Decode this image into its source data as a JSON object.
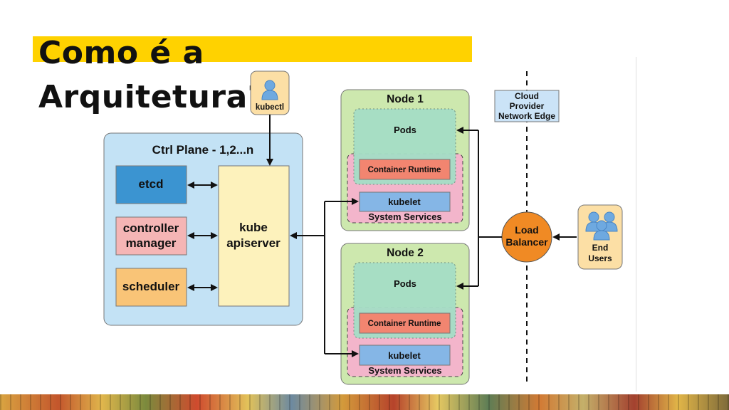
{
  "title": {
    "line1": "Como é a",
    "line2": "Arquitetura?"
  },
  "kubectl": {
    "label": "kubectl"
  },
  "ctrl_plane": {
    "title": "Ctrl Plane - 1,2...n",
    "etcd": "etcd",
    "controller_line1": "controller",
    "controller_line2": "manager",
    "scheduler": "scheduler",
    "apiserver_line1": "kube",
    "apiserver_line2": "apiserver"
  },
  "nodes": [
    {
      "title": "Node 1",
      "pods": "Pods",
      "runtime": "Container Runtime",
      "kubelet": "kubelet",
      "services": "System Services"
    },
    {
      "title": "Node 2",
      "pods": "Pods",
      "runtime": "Container Runtime",
      "kubelet": "kubelet",
      "services": "System Services"
    }
  ],
  "cloud": {
    "line1": "Cloud",
    "line2": "Provider",
    "line3": "Network Edge"
  },
  "load_balancer": {
    "line1": "Load",
    "line2": "Balancer"
  },
  "end_users": {
    "line1": "End",
    "line2": "Users"
  },
  "colors": {
    "accent_bar": "#FFD200",
    "ctrl_plane_bg": "#C3E2F5",
    "etcd": "#3B94D1",
    "controller_manager": "#F5B5B5",
    "scheduler": "#F9C477",
    "apiserver": "#FDF2BC",
    "node_bg": "#CDE8AE",
    "pods_bg": "#A5DEC6",
    "system_services_bg": "#F3B5CB",
    "runtime": "#F28570",
    "kubelet": "#85B6E6",
    "cloud_bg": "#CBE3F7",
    "load_balancer": "#F08A24",
    "user_badge": "#FCDFA5"
  }
}
